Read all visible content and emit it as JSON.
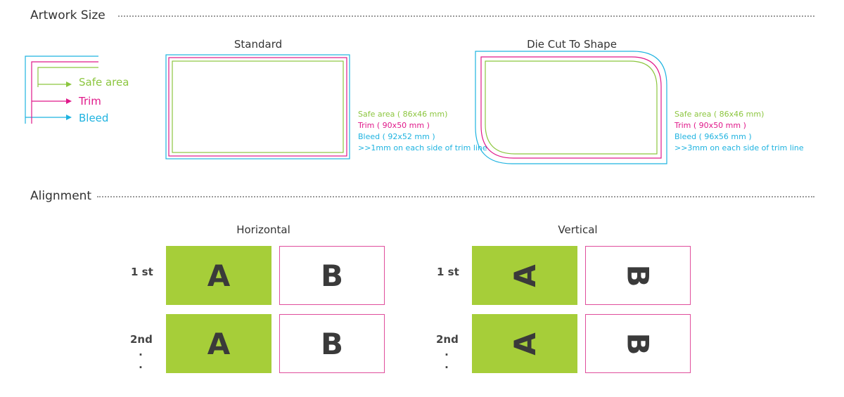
{
  "artwork": {
    "title": "Artwork Size",
    "legend": {
      "safe": "Safe area",
      "trim": "Trim",
      "bleed": "Bleed"
    },
    "standard": {
      "title": "Standard",
      "safe": "Safe area ( 86x46 mm)",
      "trim": "Trim ( 90x50 mm )",
      "bleed": "Bleed ( 92x52 mm )",
      "note": ">>1mm on each side of trim line"
    },
    "diecut": {
      "title": "Die Cut To Shape",
      "safe": "Safe area ( 86x46 mm)",
      "trim": "Trim ( 90x50 mm )",
      "bleed": "Bleed  ( 96x56 mm )",
      "note": ">>3mm on each side of trim line"
    }
  },
  "alignment": {
    "title": "Alignment",
    "horizontal": {
      "title": "Horizontal"
    },
    "vertical": {
      "title": "Vertical"
    },
    "row1": "1 st",
    "row2": "2nd",
    "row2_dots": [
      ".",
      "."
    ],
    "card_a": "A",
    "card_b": "B"
  },
  "colors": {
    "safe": "#8cc63f",
    "trim": "#e0198a",
    "bleed": "#1fb3e0",
    "card_green": "#a6ce39",
    "card_outline": "#e04e9c"
  }
}
